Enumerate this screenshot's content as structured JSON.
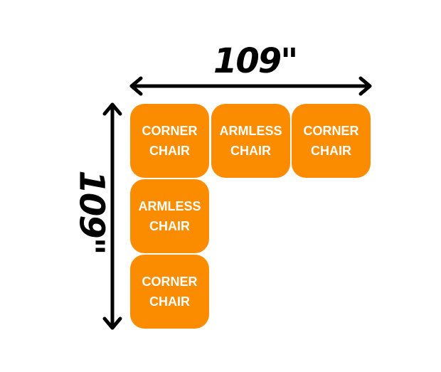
{
  "dimensions": {
    "width": "109\"",
    "depth": "109\""
  },
  "pieces": [
    {
      "line1": "CORNER",
      "line2": "CHAIR"
    },
    {
      "line1": "ARMLESS",
      "line2": "CHAIR"
    },
    {
      "line1": "CORNER",
      "line2": "CHAIR"
    },
    {
      "line1": "ARMLESS",
      "line2": "CHAIR"
    },
    {
      "line1": "CORNER",
      "line2": "CHAIR"
    }
  ],
  "colors": {
    "piece": "#fb8c00",
    "arrow": "#000000"
  }
}
